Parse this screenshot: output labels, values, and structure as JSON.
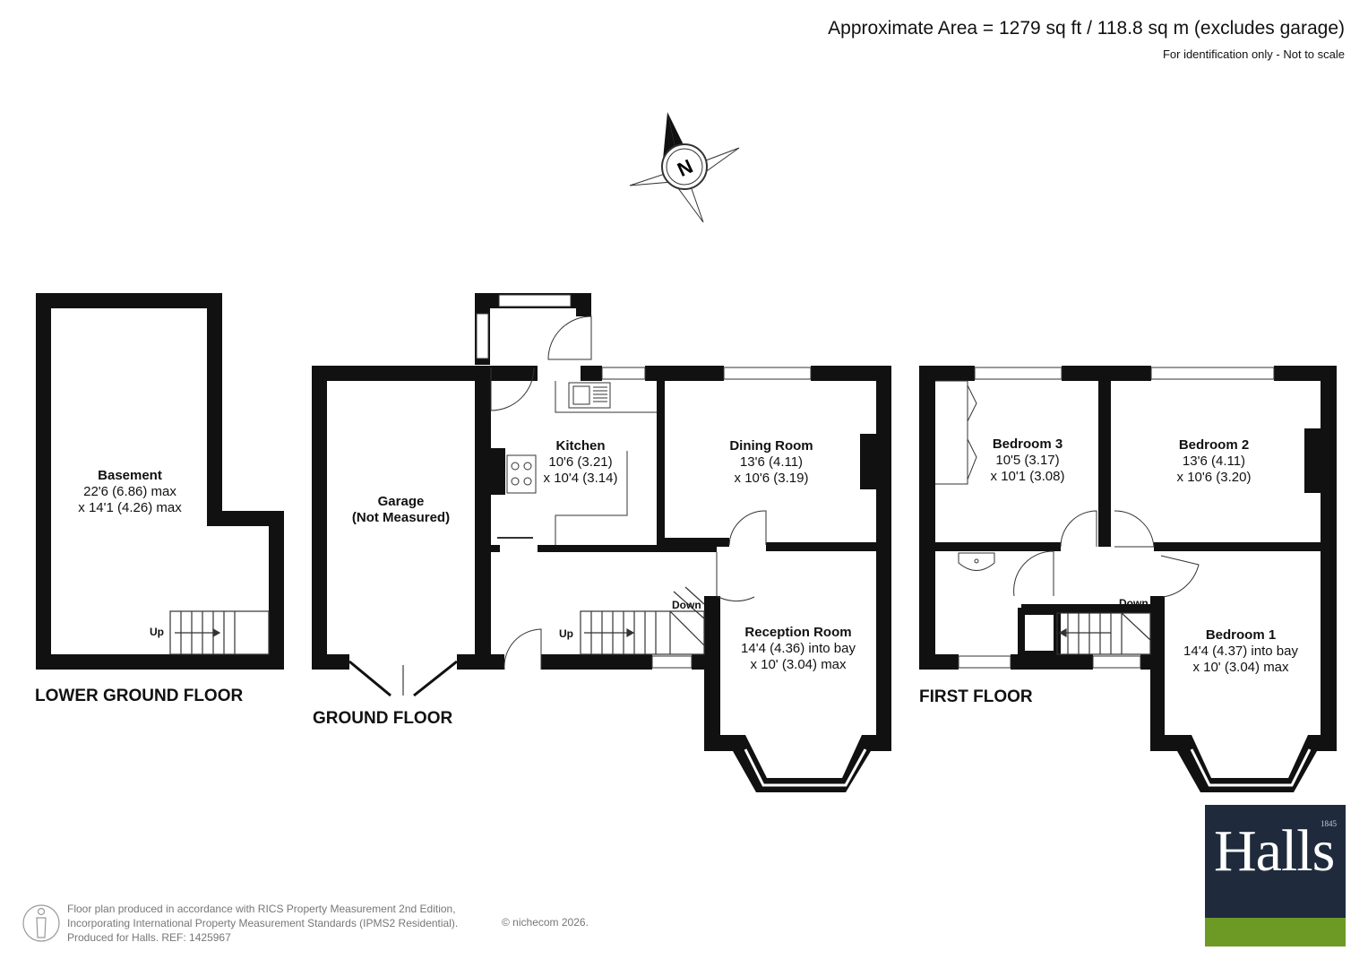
{
  "header": {
    "area": "Approximate Area = 1279 sq ft / 118.8 sq m (excludes garage)",
    "note": "For identification only - Not to scale"
  },
  "compass": {
    "letter": "N"
  },
  "floors": {
    "lower_ground": "LOWER GROUND FLOOR",
    "ground": "GROUND FLOOR",
    "first": "FIRST FLOOR"
  },
  "rooms": {
    "basement": {
      "name": "Basement",
      "dim1": "22'6 (6.86) max",
      "dim2": "x 14'1 (4.26) max"
    },
    "garage": {
      "name": "Garage",
      "dim1": "(Not Measured)"
    },
    "kitchen": {
      "name": "Kitchen",
      "dim1": "10'6 (3.21)",
      "dim2": "x 10'4 (3.14)"
    },
    "dining": {
      "name": "Dining Room",
      "dim1": "13'6 (4.11)",
      "dim2": "x 10'6 (3.19)"
    },
    "reception": {
      "name": "Reception Room",
      "dim1": "14'4 (4.36) into bay",
      "dim2": "x 10' (3.04) max"
    },
    "bedroom3": {
      "name": "Bedroom 3",
      "dim1": "10'5 (3.17)",
      "dim2": "x 10'1 (3.08)"
    },
    "bedroom2": {
      "name": "Bedroom 2",
      "dim1": "13'6 (4.11)",
      "dim2": "x 10'6 (3.20)"
    },
    "bedroom1": {
      "name": "Bedroom 1",
      "dim1": "14'4 (4.37) into bay",
      "dim2": "x 10' (3.04) max"
    }
  },
  "stairs": {
    "lower_up": "Up",
    "ground_up": "Up",
    "ground_down": "Down",
    "first_down": "Down"
  },
  "footer": {
    "line1": "Floor plan produced in accordance with RICS Property Measurement 2nd Edition,",
    "line2": "Incorporating International Property Measurement Standards (IPMS2 Residential).",
    "line3": "Produced for Halls.   REF: 1425967",
    "copyright": "© nichecom 2026."
  },
  "logo": {
    "word": "Halls",
    "year": "1845",
    "colors": {
      "navy": "#1f2b3d",
      "green": "#6d9a24"
    }
  }
}
